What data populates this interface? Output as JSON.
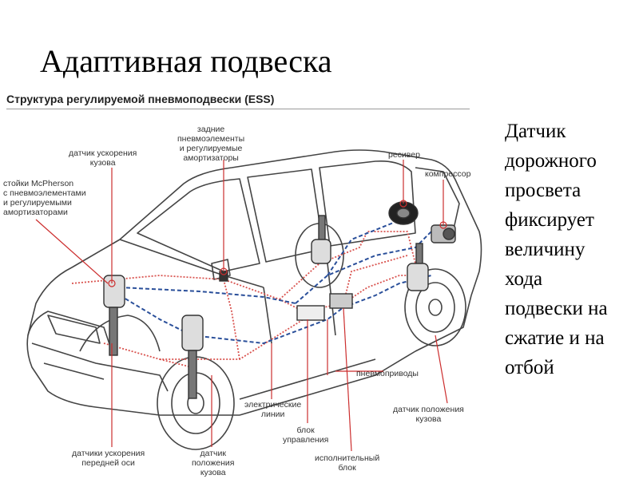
{
  "slide": {
    "title": "Адаптивная подвеска",
    "diagram_header": "Структура регулируемой пневмоподвески (ESS)",
    "side_text_lines": [
      "Датчик",
      "дорожного",
      "просвета",
      "фиксирует",
      "величину",
      "хода",
      "подвески на",
      "сжатие и на",
      "отбой"
    ]
  },
  "labels": {
    "rear_air": [
      "задние",
      "пневмоэлементы",
      "и регулируемые",
      "амортизаторы"
    ],
    "body_accel": [
      "датчик ускорения",
      "кузова"
    ],
    "mcpherson": [
      "стойки McPherson",
      "с пневмоэлементами",
      "и регулируемыми",
      "амортизаторами"
    ],
    "receiver": "ресивер",
    "compressor": "компрессор",
    "actuators": "пневмоприводы",
    "wiring": [
      "электрические",
      "линии"
    ],
    "control_unit": [
      "блок",
      "управления"
    ],
    "valve_block": [
      "исполнительный",
      "блок"
    ],
    "height_rear": [
      "датчик положения",
      "кузова"
    ],
    "front_accel": [
      "датчики ускорения",
      "передней оси"
    ],
    "height_front": [
      "датчик",
      "положения",
      "кузова"
    ]
  },
  "colors": {
    "electric_line": "#d9534f",
    "pneumatic_line": "#2a4f9a",
    "leader_line": "#cc2e2e",
    "car_outline": "#444444"
  }
}
